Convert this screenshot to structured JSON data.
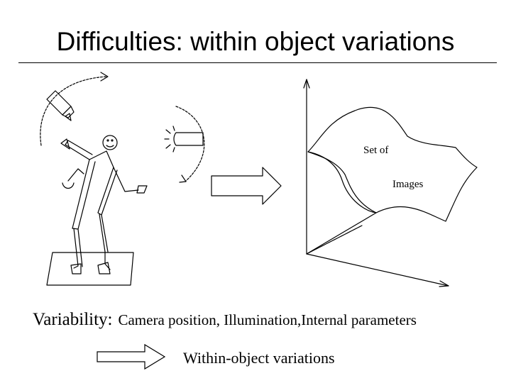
{
  "slide": {
    "title": "Difficulties: within object variations",
    "diagram": {
      "manifold_label_1": "Set of",
      "manifold_label_2": "Images"
    },
    "variability_label": "Variability:",
    "variability_items": "Camera position, Illumination,Internal parameters",
    "within_object_label": "Within-object variations"
  }
}
